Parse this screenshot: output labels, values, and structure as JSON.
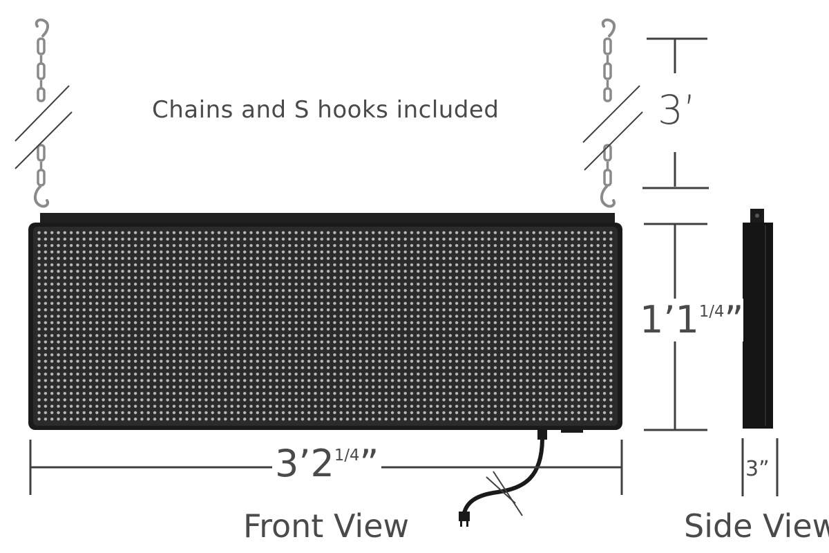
{
  "caption": "Chains and S hooks included",
  "views": {
    "front": "Front View",
    "side": "Side View"
  },
  "dimensions": {
    "drop": {
      "main": "3’",
      "sup": ""
    },
    "height": {
      "main": "1’1",
      "sup": "1/4",
      "tail": "”"
    },
    "width": {
      "main": "3’2",
      "sup": "1/4",
      "tail": "”"
    },
    "depth": {
      "main": "3”",
      "sup": ""
    }
  },
  "colors": {
    "line": "#3f3f3f",
    "panel": "#1c1c1c",
    "led": "#b9b9b9",
    "chain": "#8a8a8a"
  },
  "icons": [
    "s-hook-icon",
    "chain-icon",
    "power-plug-icon",
    "break-mark-icon"
  ]
}
